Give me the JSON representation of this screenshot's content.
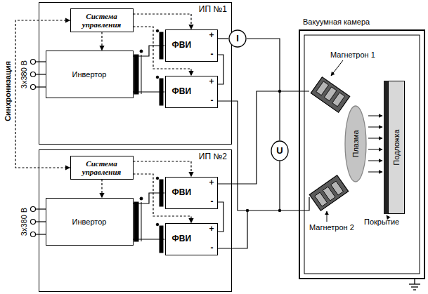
{
  "diagram": {
    "nodes": [
      {
        "text": [
          "ИП №1"
        ]
      },
      {
        "text": [
          "Система управления"
        ],
        "in": 0
      },
      {
        "text": [
          "Инвертор"
        ],
        "in": 0
      },
      {
        "text": [
          "ФВИ",
          "+",
          "-"
        ],
        "in": 0
      },
      {
        "text": [
          "ФВИ",
          "+",
          "-"
        ],
        "in": 0
      },
      {
        "text": [
          "ИП №2"
        ]
      },
      {
        "text": [
          "Система управления"
        ],
        "in": 5
      },
      {
        "text": [
          "Инвертор"
        ],
        "in": 5
      },
      {
        "text": [
          "ФВИ",
          "+",
          "-"
        ],
        "in": 5
      },
      {
        "text": [
          "ФВИ",
          "+",
          "-"
        ],
        "in": 5
      },
      {
        "text": [
          "I"
        ]
      },
      {
        "text": [
          "U"
        ]
      },
      {
        "text": [
          "Вакуумная камера"
        ]
      },
      {
        "text": [
          "Плазма"
        ],
        "in": 12
      },
      {
        "text": [
          "Подложка"
        ],
        "in": 12
      }
    ],
    "edges": [
      {
        "from": 1,
        "to": 3,
        "arrow": "to"
      },
      {
        "from": 1,
        "to": 4,
        "arrow": "to"
      },
      {
        "from": 1,
        "to": 2,
        "arrow": "to"
      },
      {
        "from": 2,
        "to": 3,
        "arrow": "none"
      },
      {
        "from": 2,
        "to": 4,
        "arrow": "none"
      },
      {
        "from": 6,
        "to": 8,
        "arrow": "to"
      },
      {
        "from": 6,
        "to": 9,
        "arrow": "to"
      },
      {
        "from": 6,
        "to": 7,
        "arrow": "to"
      },
      {
        "from": 7,
        "to": 8,
        "arrow": "none"
      },
      {
        "from": 7,
        "to": 9,
        "arrow": "none"
      },
      {
        "from": 1,
        "to": 6,
        "arrow": "both"
      },
      {
        "from": 3,
        "to": 10,
        "arrow": "none"
      },
      {
        "from": 10,
        "to": 11,
        "arrow": "none"
      }
    ],
    "labels": [
      "Синхронизация",
      "3x380 В",
      "3x380 В",
      "Магнетрон 1",
      "Магнетрон 2",
      "Покрытие"
    ]
  }
}
